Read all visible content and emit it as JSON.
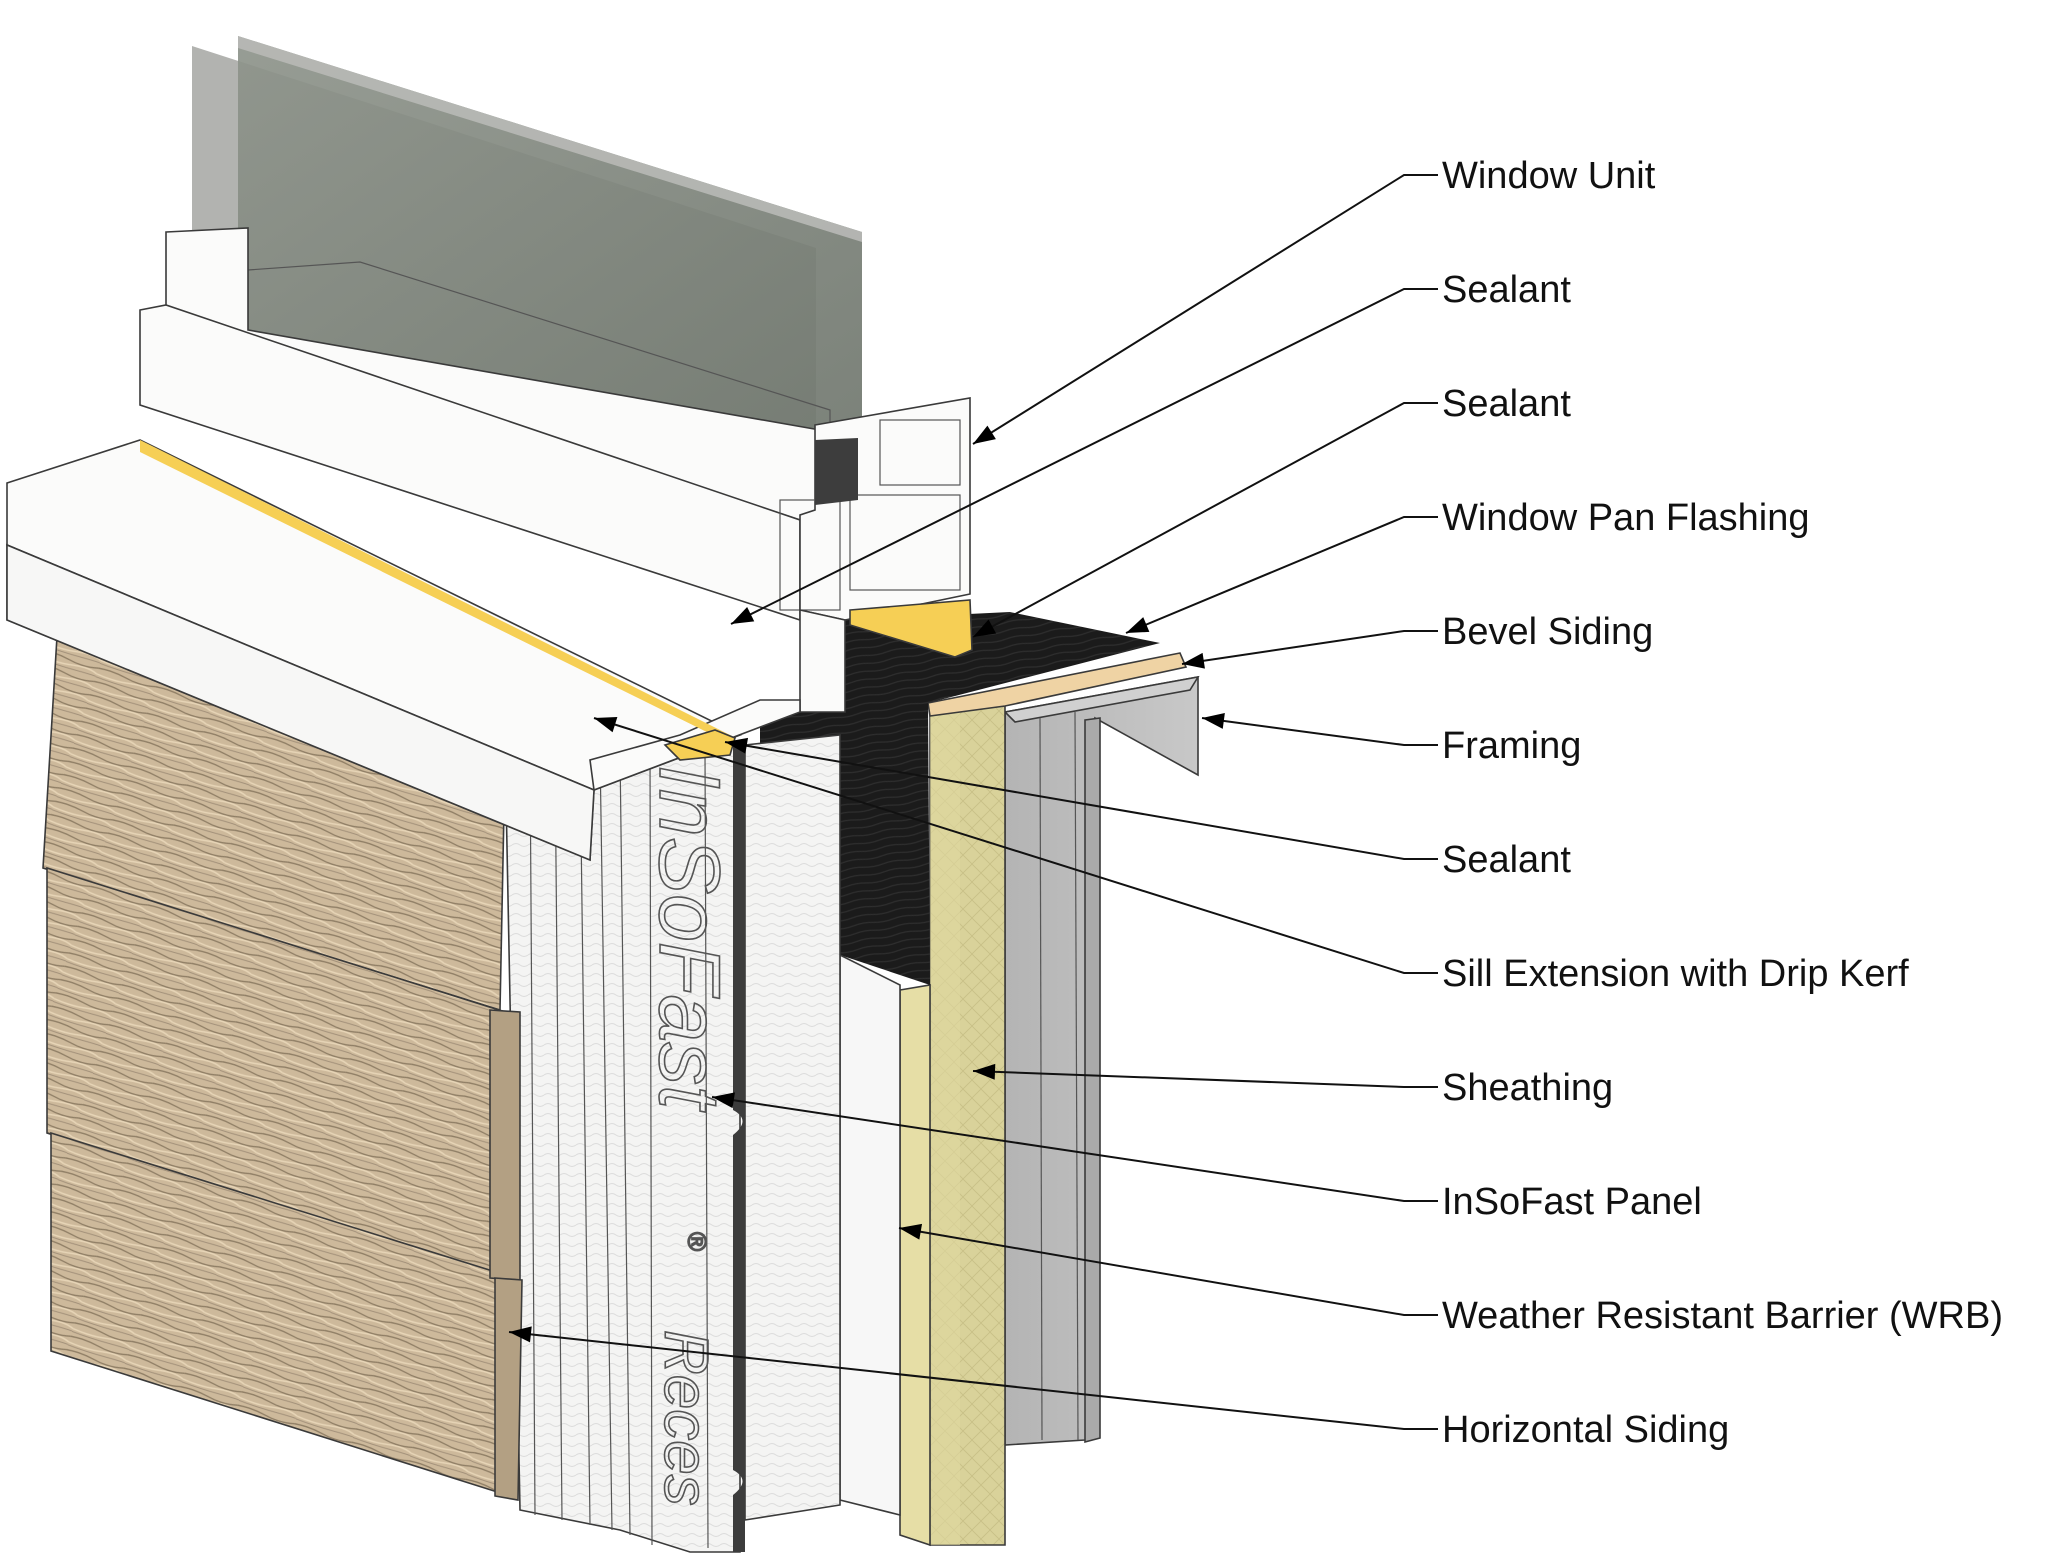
{
  "diagram": {
    "title": "Window sill detail with InSoFast panel",
    "colors": {
      "glass": "#7a8078",
      "glass_edge": "#a9aaa7",
      "frame": "#fbfbfa",
      "sealant": "#f6cf55",
      "flashing": "#1b1b1b",
      "bevel_siding": "#efd3a4",
      "framing": "#bdbdbd",
      "sheathing": "#d9d29a",
      "sheathing_side": "#e6dea6",
      "insofast": "#f3f3f2",
      "wrb": "#f6f6f6",
      "horizontal_siding": "#c9b597",
      "siding_grain": "#8c7c63",
      "gasket": "#3c3c3c"
    },
    "panel_print": {
      "brand": "InSoFast",
      "registered": "®",
      "secondary": "Reces"
    },
    "callouts": [
      {
        "id": "window-unit",
        "label": "Window Unit"
      },
      {
        "id": "sealant-1",
        "label": "Sealant"
      },
      {
        "id": "sealant-2",
        "label": "Sealant"
      },
      {
        "id": "window-pan-flashing",
        "label": "Window Pan Flashing"
      },
      {
        "id": "bevel-siding",
        "label": "Bevel Siding"
      },
      {
        "id": "framing",
        "label": "Framing"
      },
      {
        "id": "sealant-3",
        "label": "Sealant"
      },
      {
        "id": "sill-extension",
        "label": "Sill Extension with Drip Kerf"
      },
      {
        "id": "sheathing",
        "label": "Sheathing"
      },
      {
        "id": "insofast-panel",
        "label": "InSoFast Panel"
      },
      {
        "id": "wrb",
        "label": "Weather Resistant Barrier (WRB)"
      },
      {
        "id": "horizontal-siding",
        "label": "Horizontal Siding"
      }
    ]
  }
}
